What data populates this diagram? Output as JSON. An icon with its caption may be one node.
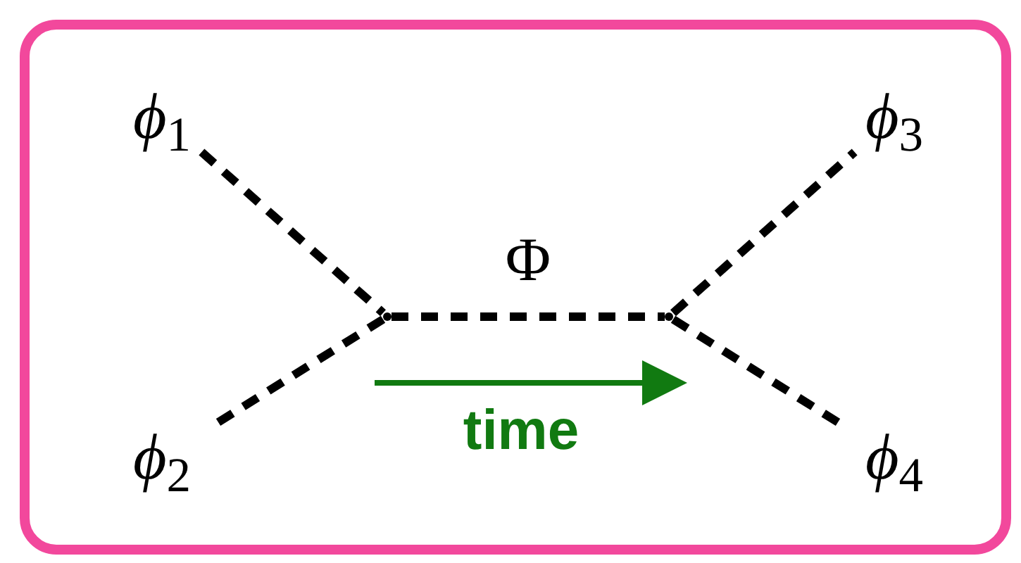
{
  "diagram": {
    "nodes": [
      {
        "text": [
          "*ϕ*$_{1}$"
        ]
      },
      {
        "text": [
          "*ϕ*$_{2}$"
        ]
      },
      {
        "text": [],
        "shape": "circle"
      },
      {
        "text": [],
        "shape": "circle"
      },
      {
        "text": [
          "*ϕ*$_{3}$"
        ]
      },
      {
        "text": [
          "*ϕ*$_{4}$"
        ]
      }
    ],
    "edges": [
      {
        "from": 0,
        "to": 2,
        "arrow": "none",
        "style": "dashed"
      },
      {
        "from": 1,
        "to": 2,
        "arrow": "none",
        "style": "dashed"
      },
      {
        "from": 2,
        "to": 3,
        "arrow": "none",
        "style": "dashed",
        "label": "Φ"
      },
      {
        "from": 3,
        "to": 4,
        "arrow": "none",
        "style": "dashed"
      },
      {
        "from": 3,
        "to": 5,
        "arrow": "none",
        "style": "dashed"
      }
    ],
    "labels": [
      "time"
    ]
  }
}
